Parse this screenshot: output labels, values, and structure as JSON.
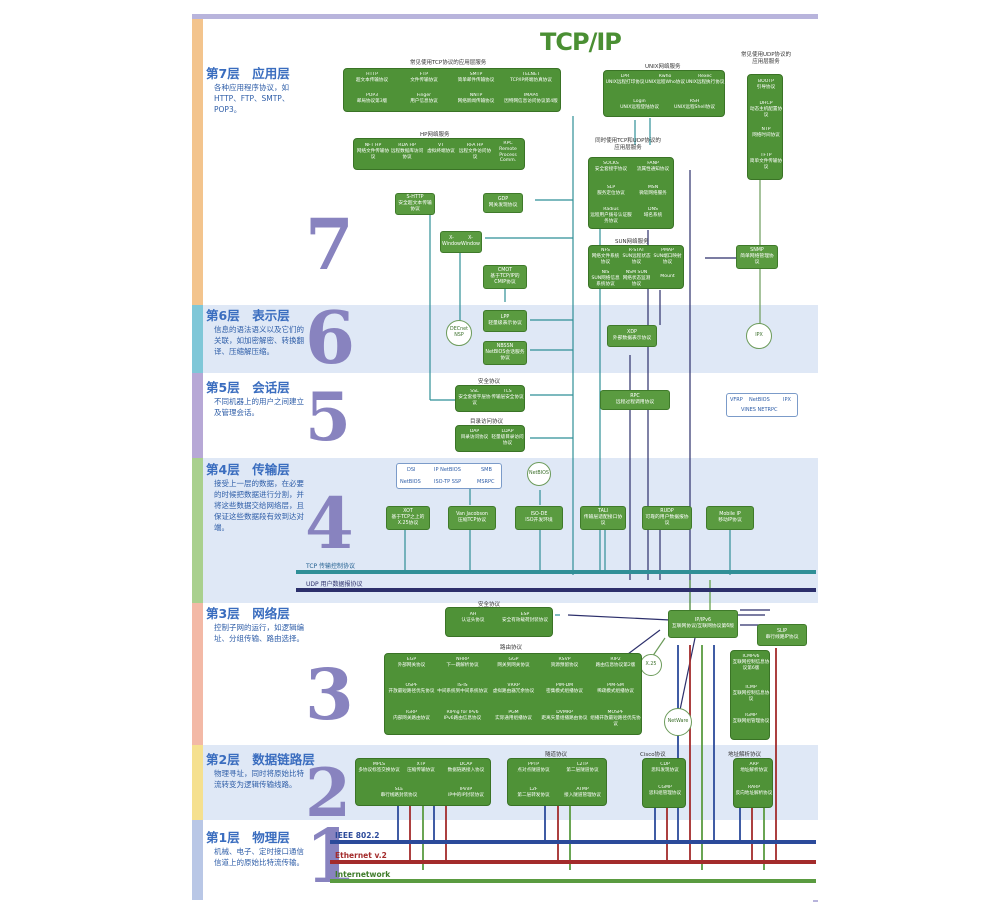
{
  "title": "TCP/IP",
  "layers": [
    {
      "name": "第7层　应用层",
      "desc": "各种应用程序协议，如HTTP、FTP、SMTP、POP3。",
      "num": "7"
    },
    {
      "name": "第6层　表示层",
      "desc": "信息的语法语义以及它们的关联，如加密解密、转换翻译、压缩解压缩。",
      "num": "6"
    },
    {
      "name": "第5层　会话层",
      "desc": "不同机器上的用户之间建立及管理会话。",
      "num": "5"
    },
    {
      "name": "第4层　传输层",
      "desc": "接受上一层的数据，在必要的时候把数据进行分割，并将这些数据交给网络层，且保证这些数据段有效到达对端。",
      "num": "4"
    },
    {
      "name": "第3层　网络层",
      "desc": "控制子网的运行，如逻辑编址、分组传输、路由选择。",
      "num": "3"
    },
    {
      "name": "第2层　数据链路层",
      "desc": "物理寻址，同时将原始比特流转变为逻辑传输线路。",
      "num": "2"
    },
    {
      "name": "第1层　物理层",
      "desc": "机械、电子、定时接口通信信道上的原始比特流传输。",
      "num": "1"
    }
  ],
  "captions": {
    "tcp_apps": "常见使用TCP协议的应用层服务",
    "unix": "UNIX网络服务",
    "udp_apps": "常见使用UDP协议的应用层服务",
    "hp": "HP网络服务",
    "both": "同时使用TCP和UDP协议的应用层服务",
    "sun": "SUN网络服务",
    "sec5": "安全协议",
    "dir": "目录访问协议",
    "sec3": "安全协议",
    "route": "路由协议",
    "tunnel": "隧道协议",
    "cisco": "Cisco协议",
    "addr": "地址解析协议"
  },
  "tcp_apps": [
    "HTTP\n超文本传输协议",
    "FTP\n文件传输协议",
    "SMTP\n简单邮件传输协议",
    "TELNET\nTCP/IP终端仿真协议",
    "POP3\n邮局协议第3版",
    "Finger\n用户信息协议",
    "NNTP\n网络新闻传输协议",
    "IMAP4\n因特网信息访问协议第4版"
  ],
  "unix": [
    "LPR\nUNIX远程打印协议",
    "Rwho\nUNIX远程Who协议",
    "Rexec\nUNIX远程执行协议",
    "Login\nUNIX远程登陆协议",
    "RSH\nUNIX远程Shell协议"
  ],
  "udp_apps": [
    "BOOTP\n引导协议",
    "DHCP\n动态主机配置协议",
    "NTP\n网络时间协议",
    "TFTP\n简单文件传输协议"
  ],
  "hp": [
    "NFT HP\n网络文件传输协议",
    "RDA HP\n远程数据库访问协议",
    "VT\n虚拟终端协议",
    "RFA HP\n远程文件访问协议",
    "RPC\nRemote Process Comm."
  ],
  "both": [
    "SOCKS\n安全套接字协议",
    "FANP\n流属性通知协议",
    "SLP\n服务定位协议",
    "MSN\n微软网络服务",
    "Radius\n远程用户拨号认证服务协议",
    "DNS\n域名系统"
  ],
  "sun": [
    "NFS\n网络文件系统协议",
    "R-STAT\nSUN远程状态协议",
    "PMAP\nSUN端口映射协议",
    "NIS\nSUN网络信息系统协议",
    "NSM SUN\n网络状态监测协议",
    "Mount"
  ],
  "app_single": {
    "shttp": "S-HTTP\n安全超文本传输协议",
    "gdp": "GDP\n网关发现协议",
    "xwin1": "X-Window",
    "xwin2": "X-Window",
    "cmot": "CMOT\n基于TCP/IP的CMIP协议",
    "snmp": "SNMP\n简单网络管理协议"
  },
  "pres": {
    "lpp": "LPP\n轻量级表示协议",
    "nbssn": "NBSSN\nNetBIOS会话服务协议",
    "xdp": "XDP\n外部数据表示协议",
    "decnet": "DECnet\nNSP",
    "ipx": "IPX"
  },
  "sess": {
    "ssl": "SSL\n安全套接字层协议",
    "tls": "TLS\n传输层安全协议",
    "dap": "DAP\n目录访问协议",
    "ldap": "LDAP\n轻量级目录访问协议",
    "rpc": "RPC\n远程过程调用协议"
  },
  "sess_white": [
    "VFRP",
    "NetBIOS",
    "IPX",
    "VINES NETRPC"
  ],
  "trans_white": [
    "DSI",
    "IP NetBIOS",
    "SMB",
    "NetBIOS",
    "ISO-TP SSP",
    "MSRPC"
  ],
  "trans": {
    "xot": "XOT\n基于TCP之上的X.25协议",
    "vj": "Van Jacobson\n压缩TCP协议",
    "isode": "ISO-DE\nISO开发环境",
    "netbios": "NetBIOS",
    "tali": "TALI\n传输层适配接口协议",
    "rudp": "RUDP\n可靠的用户数据报协议",
    "mip": "Mobile IP\n移动IP协议"
  },
  "tcp_line": "TCP 传输控制协议",
  "udp_line": "UDP 用户数据报协议",
  "net": {
    "ah": "AH\n认证头协议",
    "esp": "ESP\n安全有效载荷封装协议",
    "ip": "IP/IPv6\n互联网协议/互联网协议第6版",
    "slip": "SLIP\n串行线路IP协议",
    "x25": "X.25",
    "netware": "NetWare"
  },
  "routing": [
    "EGP\n外部网关协议",
    "NHRP\n下一跳解析协议",
    "GGP\n网关到网关协议",
    "RSVP\n资源预留协议",
    "RIP2\n路由信息协议第2版",
    "OSPF\n开放最短路径优先协议",
    "IS-IS\n中间系统到中间系统协议",
    "VRRP\n虚拟路由器冗余协议",
    "PIM-DM\n密集模式组播协议",
    "PIM-SM\n稀疏模式组播协议",
    "IGRP\n内部网关路由协议",
    "RIPng for IPv6\nIPv6路由信息协议",
    "PGM\n实际通用组播协议",
    "DVMRP\n距离矢量组播路由协议",
    "MOSPF\n组播开放最短路径优先协议"
  ],
  "icmp": [
    "ICMPv6\n互联网控制信息协议第6版",
    "ICMP\n互联网控制信息协议",
    "IGMP\n互联网组管理协议"
  ],
  "dl_left": [
    "MPLS\n多协议标签交换协议",
    "XTP\n压缩传输协议",
    "DCAP\n数据链路接入协议",
    "SLE\n串行线路封装协议",
    "IPinIP\nIP中的IP封装协议"
  ],
  "tunnel": [
    "PPTP\n点对点隧道协议",
    "L2TP\n第二层隧道协议",
    "L2F\n第二层转发协议",
    "ATMP\n接入隧道管理协议"
  ],
  "cisco": [
    "CDP\n思科发现协议",
    "CGMP\n思科组管理协议"
  ],
  "addr": [
    "ARP\n地址解析协议",
    "RARP\n反向地址解析协议"
  ],
  "phys": [
    "IEEE 802.2",
    "Ethernet v.2",
    "Internetwork"
  ],
  "colors": {
    "green": "#5a9b40",
    "tcp": "#2f8f97",
    "udp": "#2c2f6b",
    "ieee": "#2b4a9a",
    "eth": "#a32b2b",
    "inet": "#5a9b40"
  }
}
